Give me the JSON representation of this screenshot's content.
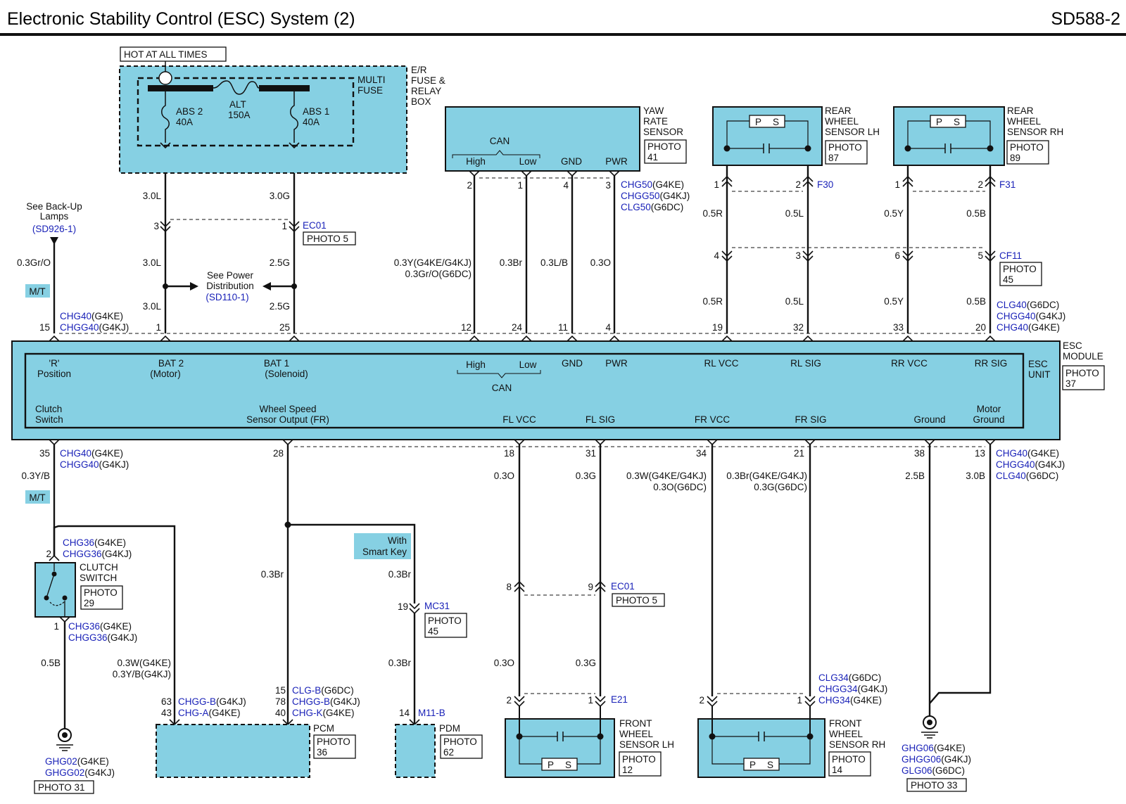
{
  "header": {
    "title": "Electronic Stability Control (ESC) System (2)",
    "code": "SD588-2"
  },
  "fuse_box": {
    "hot_label": "HOT AT ALL TIMES",
    "name": [
      "E/R",
      "FUSE &",
      "RELAY",
      "BOX"
    ],
    "multi_fuse": [
      "MULTI",
      "FUSE"
    ],
    "abs2": [
      "ABS 2",
      "40A"
    ],
    "alt": [
      "ALT",
      "150A"
    ],
    "abs1": [
      "ABS 1",
      "40A"
    ]
  },
  "upper_wires": {
    "w_30L": "3.0L",
    "w_30G": "3.0G",
    "pin3": "3",
    "pin1": "1",
    "ec01": "EC01",
    "ec01_photo": "PHOTO 5",
    "w_30L_b": "3.0L",
    "w_25G": "2.5G",
    "w_30L_c": "3.0L",
    "w_25G_b": "2.5G",
    "see_power": [
      "See Power",
      "Distribution"
    ],
    "see_power_ref": "(SD110-1)",
    "see_backup": [
      "See Back-Up",
      "Lamps"
    ],
    "see_backup_ref": "(SD926-1)",
    "w_backup": "0.3Gr/O",
    "mt_badge": "M/T",
    "chg40": "CHG40",
    "chg40_sfx": "(G4KE)",
    "chgg40": "CHGG40",
    "chgg40_sfx": "(G4KJ)"
  },
  "yaw_sensor": {
    "name": [
      "YAW",
      "RATE",
      "SENSOR"
    ],
    "photo": [
      "PHOTO",
      "41"
    ],
    "can": "CAN",
    "high": "High",
    "low": "Low",
    "gnd": "GND",
    "pwr": "PWR",
    "pins": [
      "2",
      "1",
      "4",
      "3"
    ],
    "conn": [
      [
        "CHG50",
        "(G4KE)"
      ],
      [
        "CHGG50",
        "(G4KJ)"
      ],
      [
        "CLG50",
        "(G6DC)"
      ]
    ],
    "wires": [
      "0.3Y(G4KE/G4KJ)",
      "0.3Gr/O(G6DC)",
      "0.3Br",
      "0.3L/B",
      "0.3O"
    ]
  },
  "rear_lh": {
    "name": [
      "REAR",
      "WHEEL",
      "SENSOR LH"
    ],
    "photo": [
      "PHOTO",
      "87"
    ],
    "p": "P",
    "s": "S",
    "pin1": "1",
    "pin2": "2",
    "conn": "F30",
    "w1": "0.5R",
    "w2": "0.5L",
    "mid1": "4",
    "mid2": "3",
    "w3": "0.5R",
    "w4": "0.5L"
  },
  "rear_rh": {
    "name": [
      "REAR",
      "WHEEL",
      "SENSOR RH"
    ],
    "photo": [
      "PHOTO",
      "89"
    ],
    "p": "P",
    "s": "S",
    "pin1": "1",
    "pin2": "2",
    "conn": "F31",
    "w1": "0.5Y",
    "w2": "0.5B",
    "mid1": "6",
    "mid2": "5",
    "cf11": "CF11",
    "cf11_photo": [
      "PHOTO",
      "45"
    ],
    "w3": "0.5Y",
    "w4": "0.5B"
  },
  "esc_conn_top": [
    [
      "CLG40",
      "(G6DC)"
    ],
    [
      "CHGG40",
      "(G4KJ)"
    ],
    [
      "CHG40",
      "(G4KE)"
    ]
  ],
  "esc_top_pins": [
    "15",
    "1",
    "25",
    "12",
    "24",
    "11",
    "4",
    "19",
    "32",
    "33",
    "20"
  ],
  "esc": {
    "name": [
      "ESC",
      "MODULE"
    ],
    "unit": [
      "ESC",
      "UNIT"
    ],
    "photo": [
      "PHOTO",
      "37"
    ],
    "top_labels": [
      [
        "'R'",
        "Position"
      ],
      [
        "BAT 2",
        "(Motor)"
      ],
      [
        "BAT 1",
        "(Solenoid)"
      ],
      [
        "High"
      ],
      [
        "Low"
      ],
      [
        "GND"
      ],
      [
        "PWR"
      ],
      [
        "RL VCC"
      ],
      [
        "RL SIG"
      ],
      [
        "RR VCC"
      ],
      [
        "RR SIG"
      ]
    ],
    "can": "CAN",
    "bottom_labels": [
      [
        "Clutch",
        "Switch"
      ],
      [
        "Wheel Speed",
        "Sensor Output (FR)"
      ],
      [
        "FL VCC"
      ],
      [
        "FL SIG"
      ],
      [
        "FR VCC"
      ],
      [
        "FR SIG"
      ],
      [
        "Ground"
      ],
      [
        "Motor",
        "Ground"
      ]
    ]
  },
  "esc_bottom_pins": [
    "35",
    "28",
    "18",
    "31",
    "34",
    "21",
    "38",
    "13"
  ],
  "lower": {
    "chg40": "CHG40",
    "chg40_sfx": "(G4KE)",
    "chgg40": "CHGG40",
    "chgg40_sfx": "(G4KJ)",
    "right_conn": [
      [
        "CHG40",
        "(G4KE)"
      ],
      [
        "CHGG40",
        "(G4KJ)"
      ],
      [
        "CLG40",
        "(G6DC)"
      ]
    ],
    "w_clutch": "0.3Y/B",
    "mt_badge": "M/T",
    "w_28": "0.3Br",
    "w_18": "0.3O",
    "w_31": "0.3G",
    "w_34": [
      "0.3W(G4KE/G4KJ)",
      "0.3O(G6DC)"
    ],
    "w_21": [
      "0.3Br(G4KE/G4KJ)",
      "0.3G(G6DC)"
    ],
    "w_38": "2.5B",
    "w_13": "3.0B",
    "clutch": {
      "pin2": "2",
      "conn_a": [
        "CHG36",
        "(G4KE)"
      ],
      "conn_b": [
        "CHGG36",
        "(G4KJ)"
      ],
      "name": [
        "CLUTCH",
        "SWITCH"
      ],
      "photo": [
        "PHOTO",
        "29"
      ],
      "pin1": "1",
      "conn_c": [
        "CHG36",
        "(G4KE)"
      ],
      "conn_d": [
        "CHGG36",
        "(G4KJ)"
      ],
      "w_out": "0.5B",
      "gnd_a": [
        "GHG02",
        "(G4KE)"
      ],
      "gnd_b": [
        "GHGG02",
        "(G4KJ)"
      ],
      "gnd_photo": "PHOTO 31"
    },
    "pcm": {
      "w_a": "0.3W(G4KE)",
      "w_b": "0.3Y/B(G4KJ)",
      "pin63": "63",
      "pin43": "43",
      "conn_a": [
        "CHGG-B",
        "(G4KJ)"
      ],
      "conn_b": [
        "CHG-A",
        "(G4KE)"
      ],
      "w_mid": "0.3Br",
      "pin15": "15",
      "pin78": "78",
      "pin40": "40",
      "conn_c": [
        "CLG-B",
        "(G6DC)"
      ],
      "conn_d": [
        "CHGG-B",
        "(G4KJ)"
      ],
      "conn_e": [
        "CHG-K",
        "(G4KE)"
      ],
      "name": "PCM",
      "photo": [
        "PHOTO",
        "36"
      ]
    },
    "pdm": {
      "smart_key": [
        "With",
        "Smart Key"
      ],
      "w_a": "0.3Br",
      "pin19": "19",
      "mc31": "MC31",
      "mc31_photo": [
        "PHOTO",
        "45"
      ],
      "w_b": "0.3Br",
      "pin14": "14",
      "conn": "M11-B",
      "name": "PDM",
      "photo": [
        "PHOTO",
        "62"
      ]
    },
    "ec01": {
      "pin8": "8",
      "pin9": "9",
      "name": "EC01",
      "photo": "PHOTO 5",
      "w_a": "0.3O",
      "w_b": "0.3G"
    },
    "front_lh": {
      "pin2": "2",
      "pin1": "1",
      "conn": "E21",
      "name": [
        "FRONT",
        "WHEEL",
        "SENSOR LH"
      ],
      "photo": [
        "PHOTO",
        "12"
      ],
      "p": "P",
      "s": "S"
    },
    "front_rh": {
      "pin2": "2",
      "pin1": "1",
      "conn": [
        [
          "CLG34",
          "(G6DC)"
        ],
        [
          "CHGG34",
          "(G4KJ)"
        ],
        [
          "CHG34",
          "(G4KE)"
        ]
      ],
      "name": [
        "FRONT",
        "WHEEL",
        "SENSOR RH"
      ],
      "photo": [
        "PHOTO",
        "14"
      ],
      "p": "P",
      "s": "S"
    },
    "motor_gnd": {
      "conn": [
        [
          "GHG06",
          "(G4KE)"
        ],
        [
          "GHGG06",
          "(G4KJ)"
        ],
        [
          "GLG06",
          "(G6DC)"
        ]
      ],
      "photo": "PHOTO 33"
    }
  }
}
